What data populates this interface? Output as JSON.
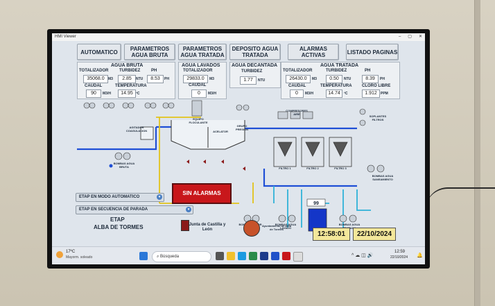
{
  "window": {
    "title": "HMI Viewer",
    "controls": [
      "–",
      "▢",
      "✕"
    ]
  },
  "tabs": [
    {
      "label": "AUTOMATICO"
    },
    {
      "label": "PARAMETROS AGUA BRUTA"
    },
    {
      "label": "PARAMETROS AGUA TRATADA"
    },
    {
      "label": "DEPOSITO AGUA TRATADA"
    },
    {
      "label": "ALARMAS ACTIVAS"
    },
    {
      "label": "LISTADO PAGINAS"
    }
  ],
  "agua_bruta": {
    "title": "AGUA BRUTA",
    "totalizador_label": "TOTALIZADOR",
    "totalizador": "35068.0",
    "totalizador_unit": "M3",
    "turbidez_label": "TURBIDEZ",
    "turbidez": "2.85",
    "turbidez_unit": "NTU",
    "ph_label": "PH",
    "ph": "8.53",
    "ph_unit": "PH",
    "caudal_label": "CAUDAL",
    "caudal": "90",
    "caudal_unit": "M3/H",
    "temperatura_label": "TEMPERATURA",
    "temperatura": "14.95",
    "temperatura_unit": "ºC"
  },
  "agua_lavados": {
    "title": "AGUA LAVADOS",
    "totalizador_label": "TOTALIZADOR",
    "totalizador": "29833.0",
    "totalizador_unit": "M3",
    "caudal_label": "CAUDAL",
    "caudal": "0",
    "caudal_unit": "M3/H"
  },
  "agua_decantada": {
    "title": "AGUA DECANTADA",
    "turbidez_label": "TURBIDEZ",
    "turbidez": "1.77",
    "turbidez_unit": "NTU"
  },
  "agua_tratada": {
    "title": "AGUA TRATADA",
    "totalizador_label": "TOTALIZADOR",
    "totalizador": "26430.0",
    "totalizador_unit": "M3",
    "turbidez_label": "TURBIDEZ",
    "turbidez": "0.50",
    "turbidez_unit": "NTU",
    "ph_label": "PH",
    "ph": "8.39",
    "ph_unit": "PH",
    "caudal_label": "CAUDAL",
    "caudal": "0",
    "caudal_unit": "M3/H",
    "temperatura_label": "TEMPERATURA",
    "temperatura": "14.74",
    "temperatura_unit": "ºC",
    "cloro_label": "CLORO LIBRE",
    "cloro": "1.912",
    "cloro_unit": "PPM"
  },
  "process_labels": {
    "equipo_floculante": "EQUIPO FLOCULANTE",
    "agitador_coagulacion": "AGITADOR COAGULACION",
    "acelator": "ACELATOR",
    "grupo_presion": "GRUPO PRESION",
    "compresores_aire": "COMPRESORES AIRE",
    "soplantes_filtros": "SOPLANTES FILTROS",
    "bombas_agua_bruta": "BOMBAS AGUA BRUTA",
    "bombas_agua_saneamiento": "BOMBAS AGUA SANEAMIENTO",
    "bombas_agua_lavado": "BOMBAS AGUA LAVADO",
    "bombas_agua_tratada": "BOMBAS AGUA TRATADA",
    "bombas_mejor_lavado": "BOMBAS MEJOR LAVADO",
    "filtro_1": "FILTRO 1",
    "filtro_2": "FILTRO 2",
    "filtro_3": "FILTRO 3",
    "deposito_level": "99"
  },
  "status": {
    "modo": "ETAP EN MODO AUTOMATICO",
    "secuencia": "ETAP EN SECUENCIA DE PARADA",
    "alarm_button": "SIN ALARMAS",
    "plant_name_1": "ETAP",
    "plant_name_2": "ALBA DE TORMES",
    "junta": "Junta de Castilla y León",
    "ayuntamiento": "Ayuntamiento de Alba de Tormes",
    "time": "12:58:01",
    "date": "22/10/2024"
  },
  "taskbar": {
    "weather_temp": "17ºC",
    "weather_desc": "Mayorm. soleado",
    "search_placeholder": "Búsqueda",
    "clock_time": "12:59",
    "clock_date": "22/10/2024"
  },
  "colors": {
    "pipe_blue": "#1f4fd6",
    "pipe_cyan": "#2fb2d8",
    "pipe_yellow": "#e2c31a",
    "alarm_red": "#c8171b",
    "tank_blue": "#1436c8"
  }
}
